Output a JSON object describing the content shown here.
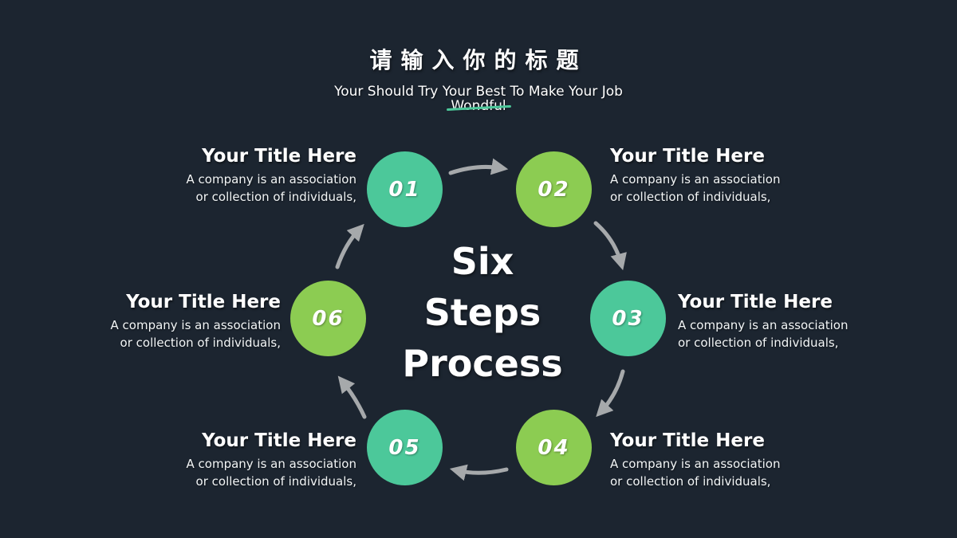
{
  "header": {
    "title": "请输入你的标题",
    "subtitle_line1": "Your Should Try Your Best To Make Your Job",
    "subtitle_highlight": "Wondful"
  },
  "center_label": {
    "line1": "Six",
    "line2": "Steps",
    "line3": "Process"
  },
  "steps": [
    {
      "number": "01",
      "color": "teal",
      "title": "Your Title Here",
      "desc1": "A company is an association",
      "desc2": "or collection of individuals,"
    },
    {
      "number": "02",
      "color": "green",
      "title": "Your Title Here",
      "desc1": "A company is an association",
      "desc2": "or collection of individuals,"
    },
    {
      "number": "03",
      "color": "teal",
      "title": "Your Title Here",
      "desc1": "A company is an association",
      "desc2": "or collection of individuals,"
    },
    {
      "number": "04",
      "color": "green",
      "title": "Your Title Here",
      "desc1": "A company is an association",
      "desc2": "or collection of individuals,"
    },
    {
      "number": "05",
      "color": "teal",
      "title": "Your Title Here",
      "desc1": "A company is an association",
      "desc2": "or collection of individuals,"
    },
    {
      "number": "06",
      "color": "green",
      "title": "Your Title Here",
      "desc1": "A company is an association",
      "desc2": "or collection of individuals,"
    }
  ],
  "colors": {
    "background": "#1c2530",
    "teal": "#4cc89a",
    "green": "#8ccc52",
    "arrow": "#a6a9ab",
    "text": "#ffffff"
  }
}
